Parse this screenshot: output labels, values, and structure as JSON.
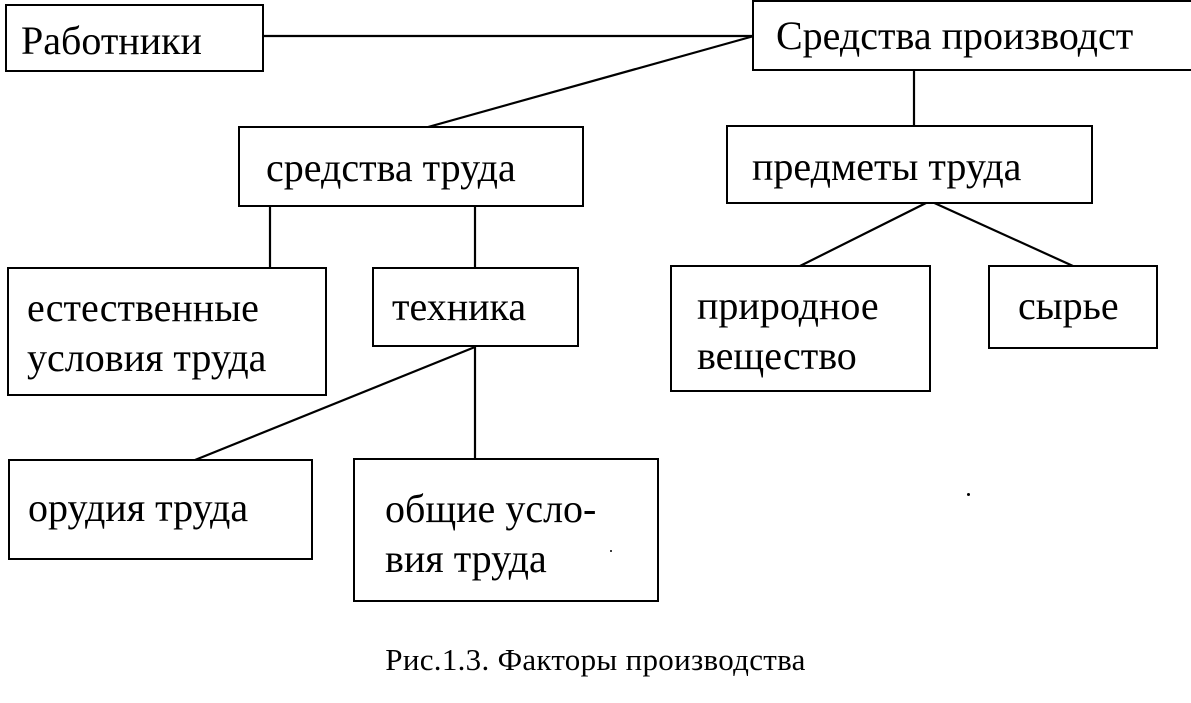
{
  "nodes": {
    "workers": "Работники",
    "means_of_production": "Средства производст",
    "means_of_labor": "средства труда",
    "objects_of_labor": "предметы труда",
    "natural_conditions": [
      "естественные",
      "условия труда"
    ],
    "technology": "техника",
    "natural_substance": [
      "природное",
      "вещество"
    ],
    "raw_materials": "сырье",
    "tools_of_labor": "орудия труда",
    "general_conditions": [
      "общие усло-",
      "вия труда"
    ]
  },
  "caption": "Рис.1.3. Факторы производства",
  "colors": {
    "ink": "#000000",
    "paper": "#ffffff"
  }
}
